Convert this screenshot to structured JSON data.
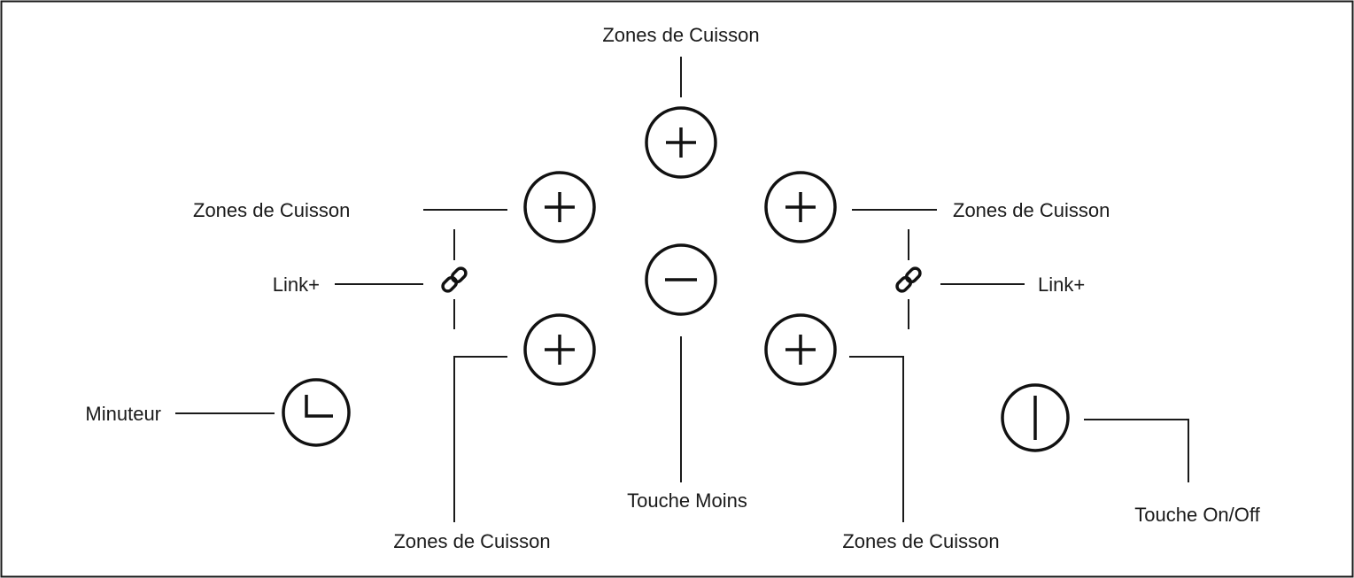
{
  "labels": {
    "zone_top": "Zones de Cuisson",
    "zone_left_upper": "Zones de Cuisson",
    "zone_right_upper": "Zones de Cuisson",
    "zone_left_lower": "Zones de Cuisson",
    "zone_right_lower": "Zones de Cuisson",
    "link_left": "Link+",
    "link_right": "Link+",
    "timer": "Minuteur",
    "minus": "Touche Moins",
    "onoff": "Touche On/Off"
  },
  "icons": {
    "zone_plus": "plus-icon",
    "minus": "minus-icon",
    "link": "link-chain-icon",
    "timer": "clock-icon",
    "power": "power-icon"
  },
  "colors": {
    "ink": "#111111",
    "background": "#ffffff",
    "frame": "#1a1a1a"
  }
}
